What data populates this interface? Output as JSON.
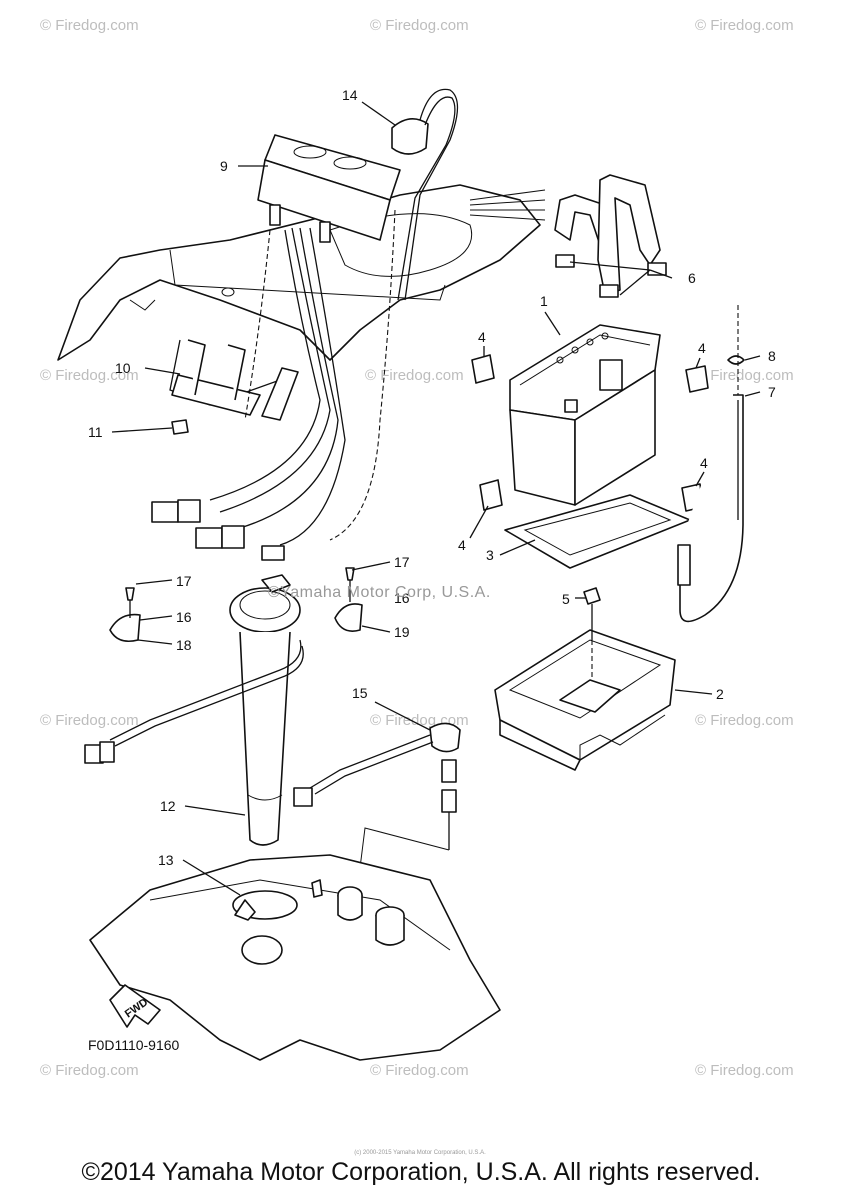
{
  "diagram": {
    "labels": [
      "1",
      "2",
      "3",
      "4",
      "4",
      "4",
      "4",
      "5",
      "6",
      "7",
      "8",
      "9",
      "10",
      "11",
      "12",
      "13",
      "14",
      "15",
      "16",
      "16",
      "17",
      "17",
      "18",
      "19"
    ],
    "part_code": "F0D1110-9160",
    "fwd_label": "FWD",
    "manufacturer_mark": "©Yamaha Motor Corp, U.S.A.",
    "watermark": "© Firedog.com",
    "tiny_notice": "(c) 2000-2015 Yamaha Motor Corporation, U.S.A."
  },
  "footer": {
    "copyright": "©2014 Yamaha Motor Corporation, U.S.A. All rights reserved."
  }
}
